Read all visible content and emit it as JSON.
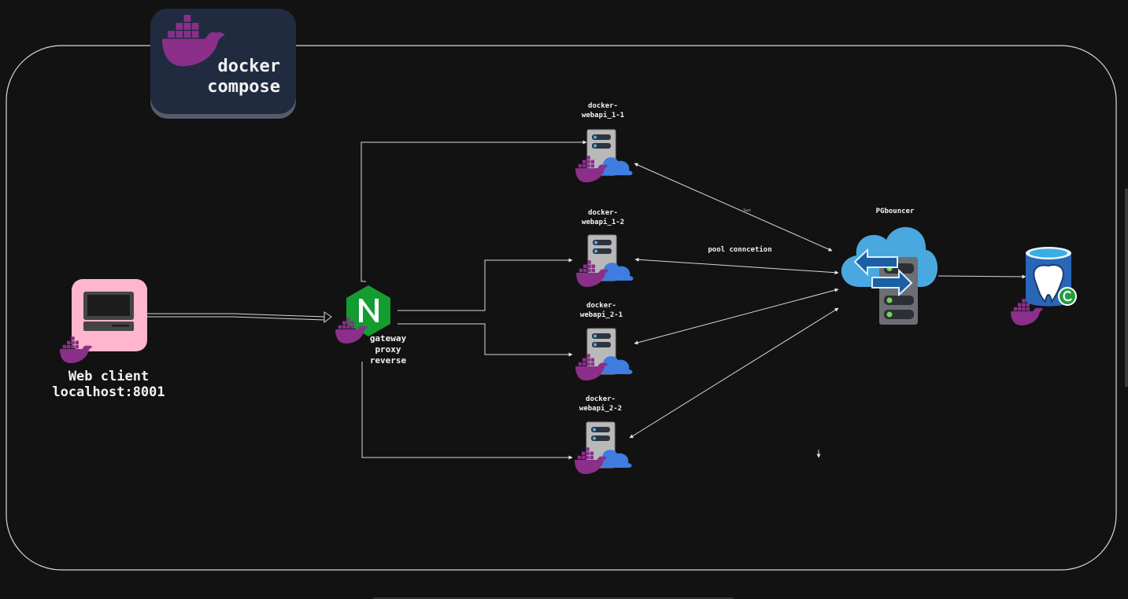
{
  "badge": {
    "line1": "docker",
    "line2": "compose"
  },
  "web_client": {
    "line1": "Web client",
    "line2": "localhost:8001"
  },
  "gateway": {
    "label": "gateway\nproxy\nreverse"
  },
  "services": [
    {
      "label": "docker-\nwebapi_1-1"
    },
    {
      "label": "docker-\nwebapi_1-2"
    },
    {
      "label": "docker-\nwebapi_2-1"
    },
    {
      "label": "docker-\nwebapi_2-2"
    }
  ],
  "pgbouncer": {
    "label": "PGbouncer"
  },
  "edge_label": {
    "pool": "pool conncetion",
    "tiny": "Text"
  },
  "colors": {
    "background": "#121212",
    "docker_purple": "#8b2f8b",
    "nginx_green": "#139c2f",
    "cloud_blue": "#3f7de0",
    "pg_cloud": "#4aa8e0",
    "client_pink": "#ffb5cb",
    "line": "#d8d8d8"
  },
  "icons": {
    "badge": "docker-whale-icon",
    "client": "laptop-icon",
    "gateway": "nginx-icon",
    "service": "server-cloud-icon",
    "pgbouncer": "cloud-server-exchange-icon",
    "database": "postgresql-database-icon"
  }
}
